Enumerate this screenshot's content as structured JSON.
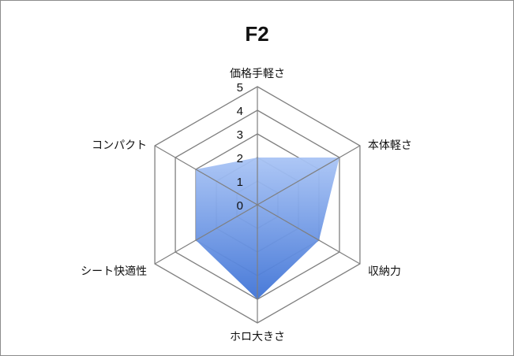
{
  "chart_data": {
    "type": "radar",
    "title": "F2",
    "categories": [
      "価格手軽さ",
      "本体軽さ",
      "収納力",
      "ホロ大きさ",
      "シート快適性",
      "コンパクト"
    ],
    "ticks": [
      "0",
      "1",
      "2",
      "3",
      "4",
      "5"
    ],
    "rlim": [
      0,
      5
    ],
    "grid": true,
    "series": [
      {
        "values": [
          2,
          4,
          3,
          4,
          3,
          3
        ],
        "color": "#5b8ee6"
      }
    ],
    "colors": {
      "grid": "#7f7f7f",
      "fill_top": "#a9c4f5",
      "fill_bottom": "#3f73d6",
      "frame": "#8c8c8c"
    }
  }
}
